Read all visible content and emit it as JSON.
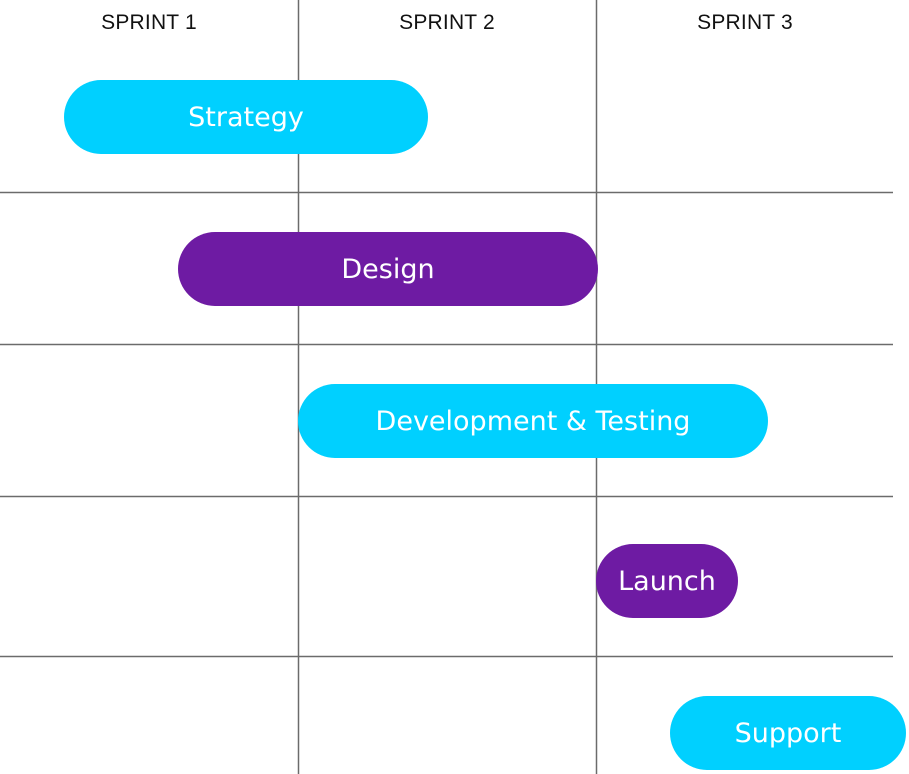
{
  "sprints": [
    "SPRINT 1",
    "SPRINT 2",
    "SPRINT 3"
  ],
  "tasks": [
    {
      "label": "Strategy",
      "color": "#00d0ff"
    },
    {
      "label": "Design",
      "color": "#6e1ba3"
    },
    {
      "label": "Development & Testing",
      "color": "#00d0ff"
    },
    {
      "label": "Launch",
      "color": "#6e1ba3"
    },
    {
      "label": "Support",
      "color": "#00d0ff"
    }
  ]
}
